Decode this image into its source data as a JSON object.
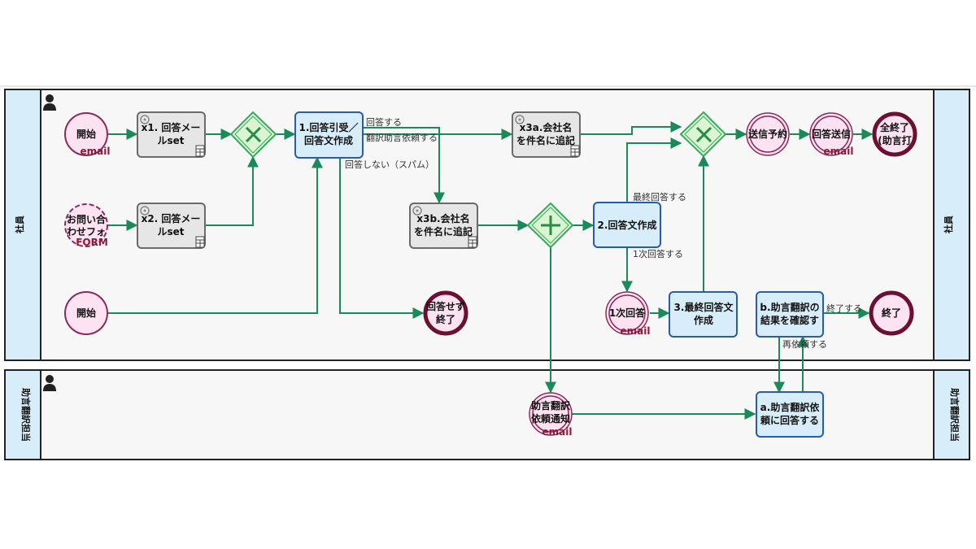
{
  "lanes": [
    {
      "label": "社員"
    },
    {
      "label": "助言翻訳担当"
    }
  ],
  "events": {
    "start1": {
      "lines": [
        "開始"
      ],
      "sub": "email"
    },
    "start2": {
      "lines": [
        "お問い合",
        "わせフォ"
      ],
      "sub": "FORM"
    },
    "start3": {
      "lines": [
        "開始"
      ],
      "sub": ""
    },
    "end_no_reply": {
      "lines": [
        "回答せず",
        "終了"
      ]
    },
    "first_reply": {
      "lines": [
        "1次回答"
      ],
      "sub": "email"
    },
    "send_schedule": {
      "lines": [
        "送信予約"
      ]
    },
    "send_reply": {
      "lines": [
        "回答送信"
      ],
      "sub": "email"
    },
    "end_all": {
      "lines": [
        "全終了",
        "(助言打"
      ]
    },
    "end": {
      "lines": [
        "終了"
      ]
    },
    "notify": {
      "lines": [
        "助言翻訳",
        "依頼通知"
      ],
      "sub": "email"
    }
  },
  "tasks": {
    "x1": {
      "lines": [
        "x1. 回答メー",
        "ルset"
      ]
    },
    "x2": {
      "lines": [
        "x2. 回答メー",
        "ルset"
      ]
    },
    "t1": {
      "lines": [
        "1.回答引受／",
        "回答文作成"
      ]
    },
    "x3a": {
      "lines": [
        "x3a.会社名",
        "を件名に追記"
      ]
    },
    "x3b": {
      "lines": [
        "x3b.会社名",
        "を件名に追記"
      ]
    },
    "t2": {
      "lines": [
        "2.回答文作成"
      ]
    },
    "t3": {
      "lines": [
        "3.最終回答文",
        "作成"
      ]
    },
    "tb": {
      "lines": [
        "b.助言翻訳の",
        "結果を確認す"
      ]
    },
    "ta": {
      "lines": [
        "a.助言翻訳依",
        "頼に回答する"
      ]
    }
  },
  "flow_labels": {
    "reply": "回答する",
    "translation_request": "翻訳助言依頼する",
    "no_reply": "回答しない（スパム）",
    "final_reply": "最終回答する",
    "first_reply": "1次回答する",
    "finish": "終了する",
    "re_request": "再依頼する"
  },
  "colors": {
    "flow": "#1a8a5a",
    "task_user_fill": "#d7eefa",
    "task_user_stroke": "#2a5caa",
    "task_script_fill": "#e6e6e6",
    "task_script_stroke": "#6a6a6a",
    "event_fill": "#fde3f1",
    "event_stroke": "#8a2a5a",
    "end_stroke": "#6b1030",
    "gateway_fill": "#d9f5d2",
    "gateway_stroke": "#3aa860",
    "lane_fill": "#d7eefa",
    "pool_fill": "#f7f7f7"
  }
}
